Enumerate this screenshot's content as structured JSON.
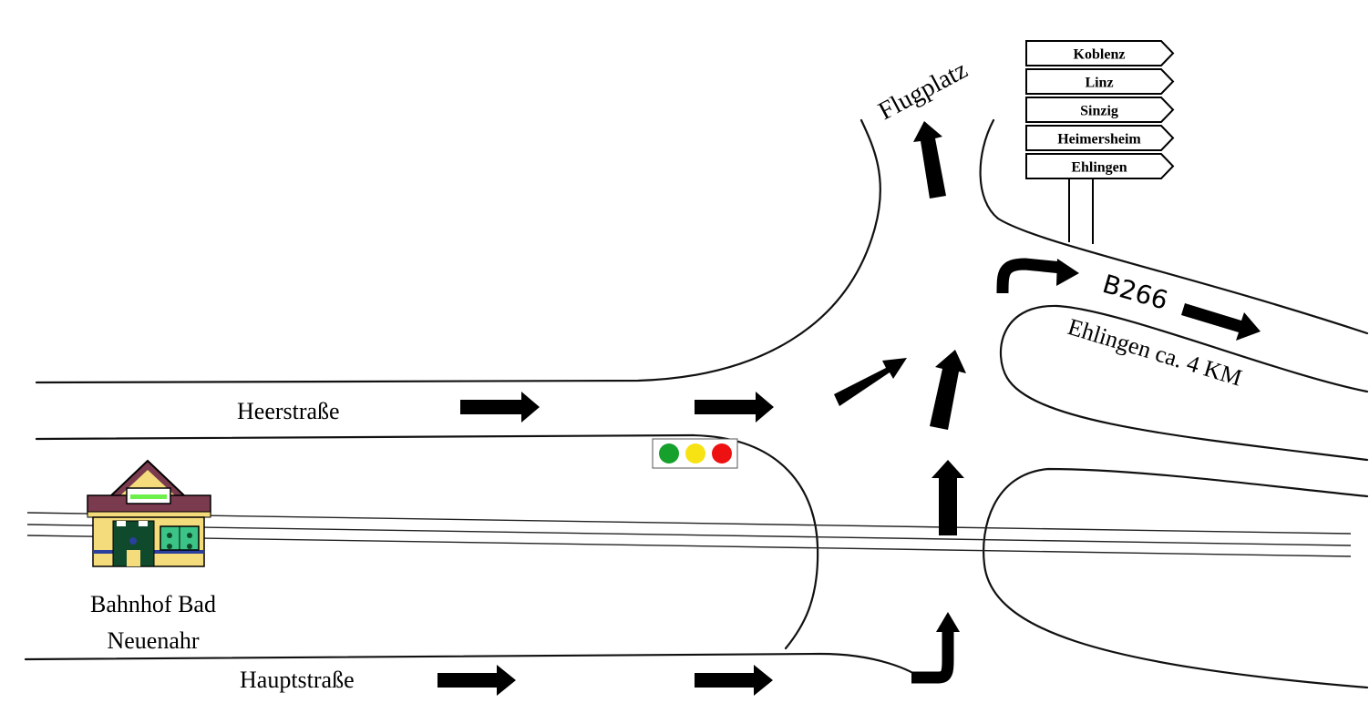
{
  "labels": {
    "heerstrasse": "Heerstraße",
    "hauptstrasse": "Hauptstraße",
    "station_line1": "Bahnhof Bad",
    "station_line2": "Neuenahr",
    "flugplatz": "Flugplatz",
    "b266": "B266",
    "ehlingen_distance": "Ehlingen ca. 4 KM"
  },
  "signpost": {
    "destinations": [
      "Koblenz",
      "Linz",
      "Sinzig",
      "Heimersheim",
      "Ehlingen"
    ]
  },
  "traffic_light": {
    "lamps": [
      "green",
      "yellow",
      "red"
    ],
    "colors": {
      "green": "#16a02c",
      "yellow": "#f7e313",
      "red": "#ee1111"
    }
  },
  "station_colors": {
    "roof": "#7a3b4e",
    "wall": "#f4dc7c",
    "door": "#0f4a2c",
    "window": "#3cc487",
    "sign": "#6df04a"
  }
}
